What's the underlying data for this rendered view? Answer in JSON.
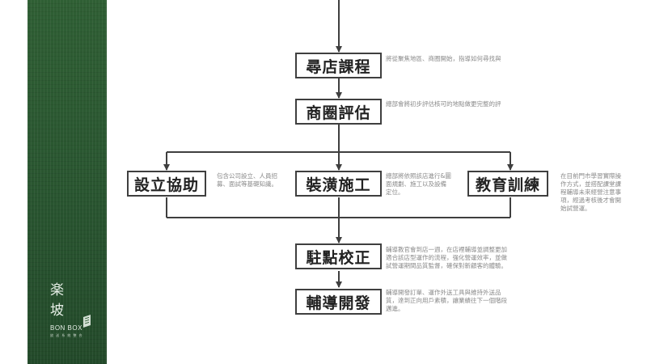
{
  "brand": {
    "char1": "楽",
    "char2": "坡",
    "name_en": "BON BOX",
    "tagline": "放 送 系 統 整 合"
  },
  "nodes": {
    "search": "尋店課程",
    "area": "商圈評估",
    "setup": "設立協助",
    "renovation": "裝潢施工",
    "training": "教育訓練",
    "correction": "駐點校正",
    "development": "輔導開發"
  },
  "descriptions": {
    "search": "將從聚焦地區、商圈開始，指導如何尋找與",
    "area": "總部會將初步評估核可的地點做更完整的評",
    "setup": "包含公司設立、人員招\n募、面試等基礎知識。",
    "renovation": "總部將依照該店進行&圖\n面規劃、施工以及設備\n定位。",
    "training": "在目前門市學習實際操\n作方式，並搭配課堂課\n程輔導未來經營注意事\n項，經過考核後才會開\n始試營運。",
    "correction": "輔導教官會到店一週，在店裡輔導並調整更加\n適合該店型運作的流程，強化營運效率，並做\n試營運期間品質監督，確保對新顧客的體驗。",
    "development": "輔導開發訂單、運作外送工具與維持外送品\n質，達到正向用戶素積，讓業績往下一個階段\n邁進。"
  }
}
